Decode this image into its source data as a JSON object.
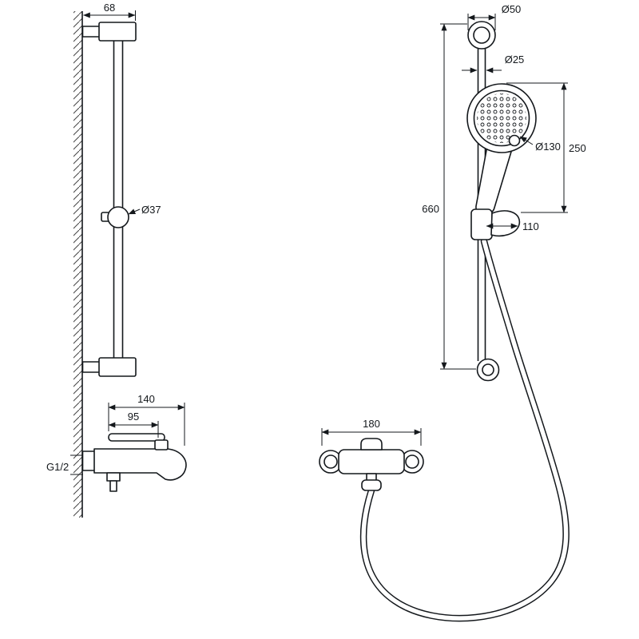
{
  "drawing": {
    "left_view": {
      "bracket_width": "68",
      "glider_diameter": "Ø37",
      "spout_reach": "140",
      "spout_offset": "95",
      "thread_size": "G1/2"
    },
    "right_view": {
      "top_cap_diameter": "Ø50",
      "pipe_diameter": "Ø25",
      "head_diameter": "Ø130",
      "head_to_holder": "250",
      "rail_height": "660",
      "holder_width": "110"
    },
    "mixer_view": {
      "body_width": "180"
    }
  }
}
